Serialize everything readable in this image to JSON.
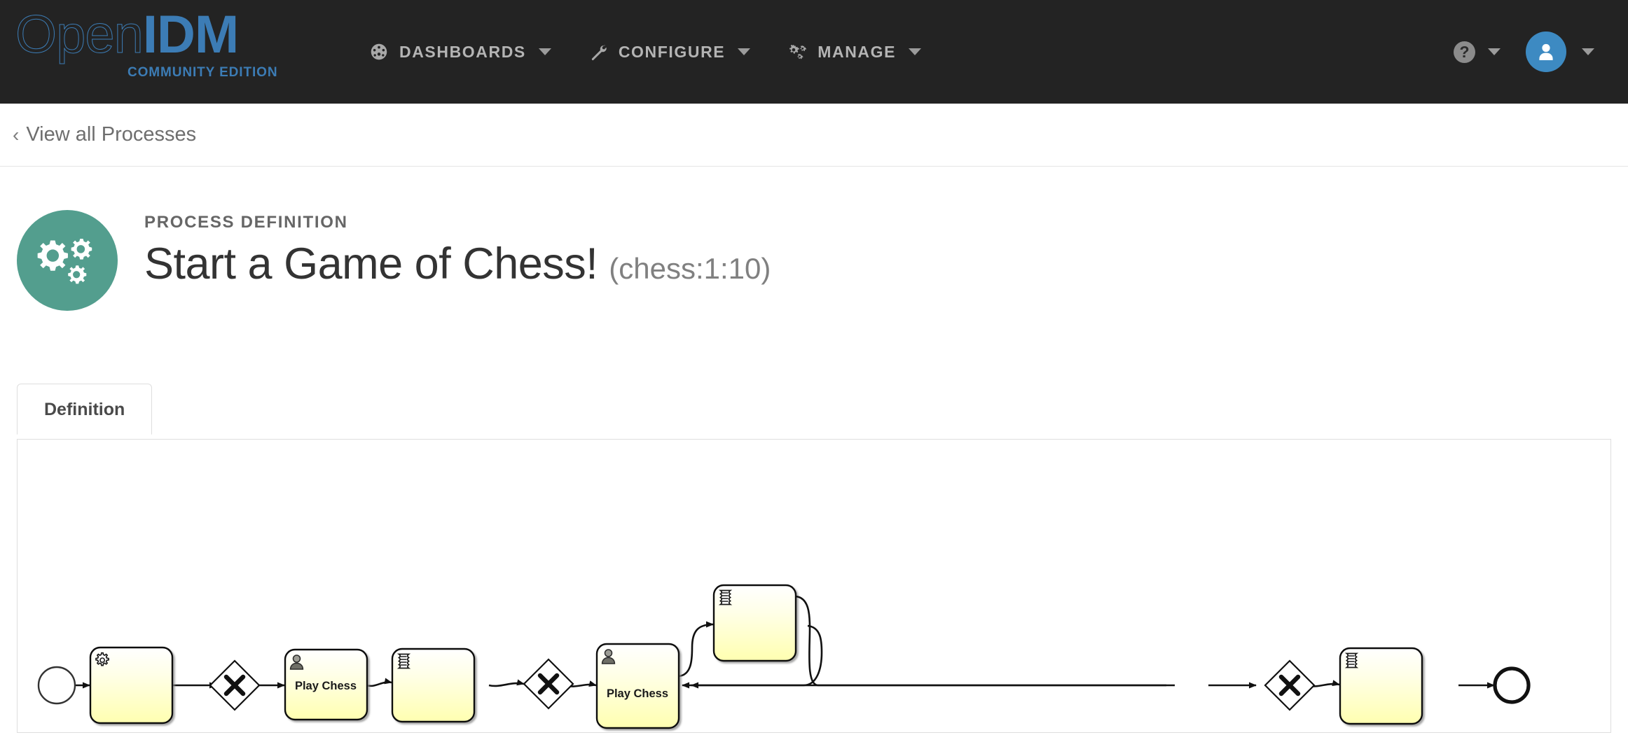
{
  "brand": {
    "logo_open": "Open",
    "logo_idm": "IDM",
    "subtitle": "COMMUNITY EDITION",
    "brand_color": "#3c7cb5"
  },
  "topnav": {
    "background": "#232323",
    "items": [
      {
        "label": "DASHBOARDS",
        "icon": "dashboard-gauge-icon",
        "has_caret": true
      },
      {
        "label": "CONFIGURE",
        "icon": "wrench-icon",
        "has_caret": true
      },
      {
        "label": "MANAGE",
        "icon": "cogs-icon",
        "has_caret": true
      }
    ],
    "help": {
      "glyph": "?",
      "icon": "help-circle-icon",
      "has_caret": true
    },
    "user": {
      "icon": "user-avatar-icon",
      "avatar_color": "#3d8ac2",
      "has_caret": true
    }
  },
  "breadcrumb": {
    "back_chevron": "‹",
    "back_label": "View all Processes"
  },
  "header": {
    "icon": "cogs-icon",
    "icon_circle_color": "#539e8e",
    "eyebrow": "PROCESS DEFINITION",
    "title": "Start a Game of Chess!",
    "key": "(chess:1:10)"
  },
  "tabs": [
    {
      "label": "Definition",
      "active": true
    }
  ],
  "diagram": {
    "type": "bpmn-process-definition",
    "nodes": [
      {
        "id": "start",
        "type": "start-event",
        "label": "",
        "icon": ""
      },
      {
        "id": "task1",
        "type": "service-task",
        "label": "",
        "icon": "gear-icon"
      },
      {
        "id": "gw1",
        "type": "exclusive-gateway",
        "label": "",
        "icon": "x-icon"
      },
      {
        "id": "task2",
        "type": "user-task",
        "label": "Play Chess",
        "icon": "user-icon"
      },
      {
        "id": "task3",
        "type": "script-task",
        "label": "",
        "icon": "script-icon"
      },
      {
        "id": "gw2",
        "type": "exclusive-gateway",
        "label": "",
        "icon": "x-icon"
      },
      {
        "id": "task4",
        "type": "user-task",
        "label": "Play Chess",
        "icon": "user-icon"
      },
      {
        "id": "task5",
        "type": "script-task",
        "label": "",
        "icon": "script-icon"
      },
      {
        "id": "gw3",
        "type": "exclusive-gateway",
        "label": "",
        "icon": "x-icon"
      },
      {
        "id": "task6",
        "type": "script-task",
        "label": "",
        "icon": "script-icon"
      },
      {
        "id": "end",
        "type": "end-event",
        "label": "",
        "icon": ""
      }
    ],
    "flows": [
      {
        "from": "start",
        "to": "task1"
      },
      {
        "from": "task1",
        "to": "gw1"
      },
      {
        "from": "gw1",
        "to": "task2"
      },
      {
        "from": "task2",
        "to": "task3"
      },
      {
        "from": "task3",
        "to": "gw2"
      },
      {
        "from": "gw2",
        "to": "task4"
      },
      {
        "from": "task4",
        "to": "task5"
      },
      {
        "from": "task5",
        "to": "task4"
      },
      {
        "from": "task5",
        "to": "gw3"
      },
      {
        "from": "gw3",
        "to": "task6"
      },
      {
        "from": "task6",
        "to": "end"
      }
    ],
    "task_fill_top": "#ffffe0",
    "task_fill_bottom": "#ffffb8",
    "stroke": "#111111"
  }
}
